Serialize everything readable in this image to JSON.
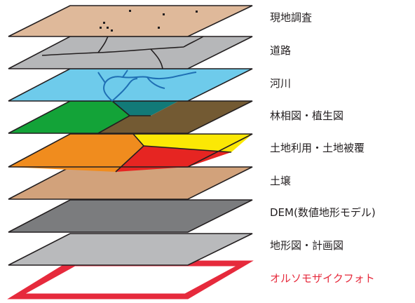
{
  "layers": [
    {
      "id": "survey",
      "label": "現地調査"
    },
    {
      "id": "roads",
      "label": "道路"
    },
    {
      "id": "rivers",
      "label": "河川"
    },
    {
      "id": "forest",
      "label": "林相図・植生図"
    },
    {
      "id": "landuse",
      "label": "土地利用・土地被覆"
    },
    {
      "id": "soil",
      "label": "土壌"
    },
    {
      "id": "dem",
      "label": "DEM(数値地形モデル)"
    },
    {
      "id": "topo",
      "label": "地形図・計画図"
    },
    {
      "id": "ortho",
      "label": "オルソモザイクフォト"
    }
  ],
  "colors": {
    "survey": "#dfb99a",
    "roads": "#b6b7b9",
    "rivers": "#6ecbeb",
    "river_lines": "#1f6fb4",
    "forest_green": "#13a338",
    "forest_teal": "#127a78",
    "forest_brown": "#735a33",
    "landuse_orange": "#f08c1e",
    "landuse_yellow": "#fbe805",
    "landuse_red": "#e62522",
    "soil": "#d2a27b",
    "dem": "#7b7c7e",
    "topo": "#b9babc",
    "ortho_outline": "#e62a3c",
    "label_text": "#231f20",
    "label_accent": "#e62a3c"
  }
}
